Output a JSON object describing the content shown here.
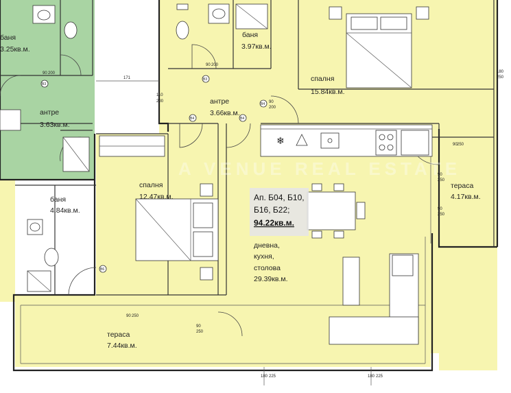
{
  "colors": {
    "apartment_fill": "#f7f5b0",
    "neighbor_fill": "#a9d4a3",
    "wall": "#333333",
    "label_box": "#e6e6e6"
  },
  "apartment_label": {
    "line1": "Ап. Б04, Б10,",
    "line2": "Б16, Б22;",
    "line3": "94.22кв.м."
  },
  "watermark": {
    "line1": "A VENUE  REAL ESTATE"
  },
  "rooms": {
    "neighbor_bath": {
      "name": "баня",
      "area": "3.25кв.м."
    },
    "neighbor_hall": {
      "name": "антре",
      "area": "3.63кв.м."
    },
    "bath_top": {
      "name": "баня",
      "area": "3.97кв.м."
    },
    "hall": {
      "name": "антре",
      "area": "3.66кв.м."
    },
    "bedroom_top": {
      "name": "спалня",
      "area": "15.84кв.м."
    },
    "terrace_right": {
      "name": "тераса",
      "area": "4.17кв.м."
    },
    "bedroom_left": {
      "name": "спалня",
      "area": "12.47кв.м."
    },
    "bath_left": {
      "name": "баня",
      "area": "4.84кв.м."
    },
    "living": {
      "line1": "дневна,",
      "line2": "кухня,",
      "line3": "столова",
      "area": "29.39кв.м."
    },
    "terrace_bottom": {
      "name": "тераса",
      "area": "7.44кв.м."
    }
  },
  "dimensions": {
    "d171": "171",
    "d90": "90",
    "d200": "200",
    "d110": "110",
    "d250": "250",
    "d180": "180",
    "d225": "225"
  },
  "door_tags": {
    "b3": "B3",
    "b4": "B4",
    "b6": "B6"
  },
  "icons": [
    "snowflake-icon",
    "extractor-hood-icon",
    "sink-icon",
    "hob-icon"
  ]
}
